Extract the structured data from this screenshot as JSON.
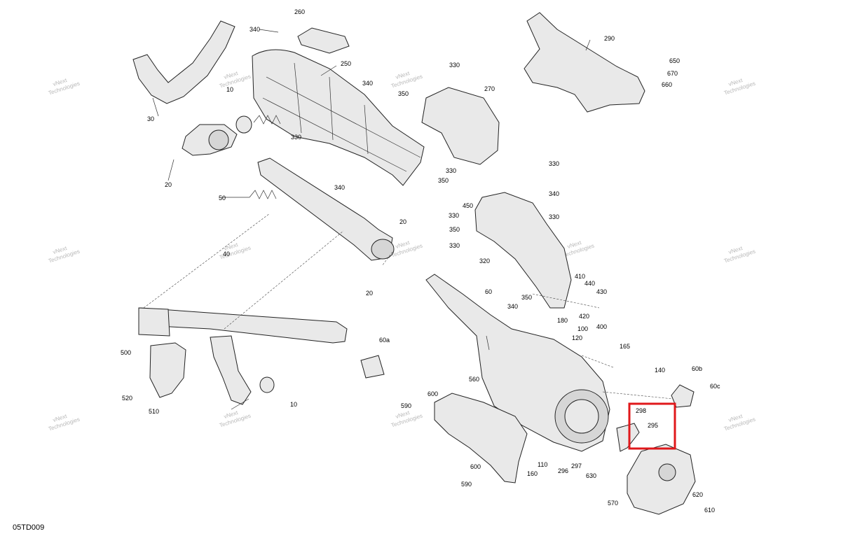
{
  "diagram": {
    "code": "05TD009",
    "highlight_color": "#e0181b",
    "watermark_lines": [
      "vNext",
      "Technologies"
    ],
    "labels": [
      "260",
      "340",
      "250",
      "290",
      "650",
      "670",
      "660",
      "10",
      "330",
      "350",
      "330",
      "340",
      "270",
      "30",
      "330",
      "20",
      "340",
      "330",
      "50",
      "330",
      "350",
      "340",
      "450",
      "350",
      "330",
      "20",
      "320",
      "330",
      "40",
      "60",
      "410",
      "440",
      "430",
      "340",
      "350",
      "20",
      "420",
      "400",
      "180",
      "100",
      "120",
      "165",
      "500",
      "60a",
      "140",
      "60b",
      "60c",
      "520",
      "510",
      "560",
      "600",
      "590",
      "298",
      "295",
      "10",
      "297",
      "110",
      "160",
      "296",
      "630",
      "600",
      "590",
      "570",
      "620",
      "610"
    ]
  }
}
